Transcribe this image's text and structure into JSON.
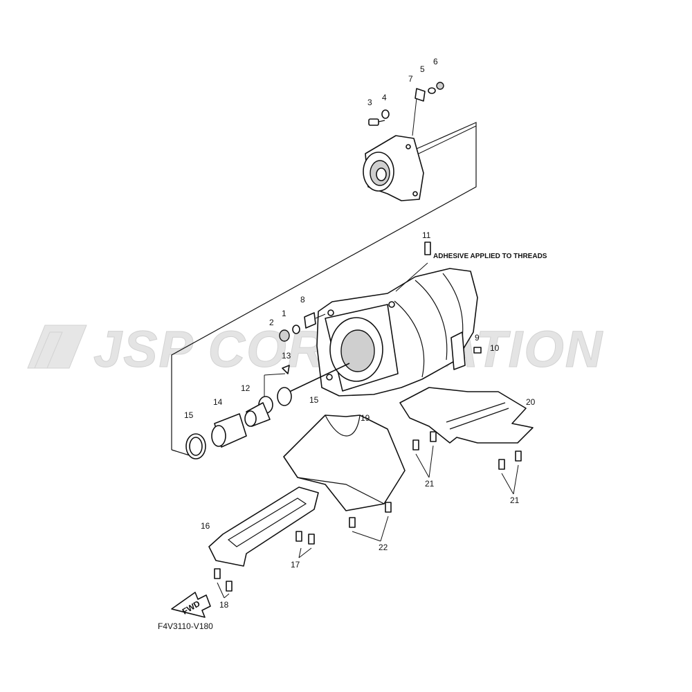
{
  "watermark": {
    "text": "JSP CORPORATION"
  },
  "diagram_code": "F4V3110-V180",
  "note_adhesive": "ADHESIVE APPLIED TO THREADS",
  "fwd_label": "FWD",
  "callouts": {
    "c1": "1",
    "c2": "2",
    "c3": "3",
    "c4": "4",
    "c5": "5",
    "c6": "6",
    "c7": "7",
    "c8": "8",
    "c9": "9",
    "c10": "10",
    "c11": "11",
    "c12": "12",
    "c13": "13",
    "c14": "14",
    "c15a": "15",
    "c15b": "15",
    "c16": "16",
    "c17": "17",
    "c18": "18",
    "c19": "19",
    "c20": "20",
    "c21a": "21",
    "c21b": "21",
    "c22": "22"
  }
}
